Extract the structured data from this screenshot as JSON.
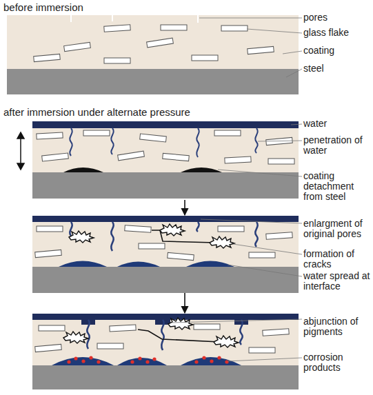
{
  "diagram": {
    "nodes": [
      {
        "text": [
          "before immersion",
          "pores",
          "glass flake",
          "coating",
          "steel"
        ]
      },
      {
        "text": [
          "after immersion under alternate pressure",
          "water",
          "penetration of water",
          "coating detachment from steel"
        ]
      },
      {
        "text": [
          "enlargment of original pores",
          "formation of cracks",
          "water spread at interface"
        ]
      },
      {
        "text": [
          "abjunction of pigments",
          "corrosion products"
        ]
      }
    ],
    "edges": [
      {
        "from": 1,
        "to": 2,
        "arrow": "to"
      },
      {
        "from": 2,
        "to": 3,
        "arrow": "to"
      }
    ]
  }
}
